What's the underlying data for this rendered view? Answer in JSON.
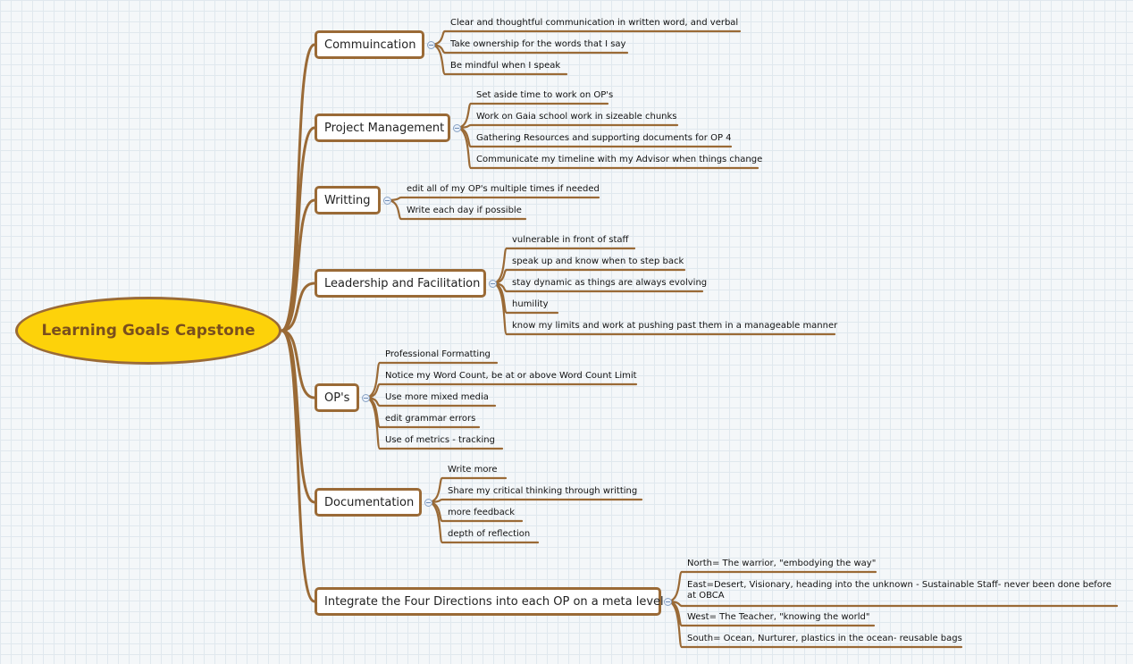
{
  "central": {
    "label": "Learning Goals Capstone"
  },
  "topics": [
    {
      "id": "communication",
      "label": "Commuincation",
      "items": [
        "Clear and thoughtful communication in written word, and verbal",
        "Take ownership for the words that I say",
        "Be mindful when I speak"
      ]
    },
    {
      "id": "project-management",
      "label": "Project Management",
      "items": [
        "Set aside time to work on OP's",
        "Work on Gaia school work in sizeable chunks",
        "Gathering Resources and supporting documents for OP 4",
        "Communicate my timeline with my Advisor when things change"
      ]
    },
    {
      "id": "writting",
      "label": "Writting",
      "items": [
        "edit all of my OP's multiple times if needed",
        "Write each day if possible"
      ]
    },
    {
      "id": "leadership",
      "label": "Leadership and Facilitation",
      "items": [
        "vulnerable in front of staff",
        "speak up and know when to step back",
        "stay dynamic as things are always evolving",
        "humility",
        "know my limits and work at pushing past them in a manageable manner"
      ]
    },
    {
      "id": "ops",
      "label": "OP's",
      "items": [
        "Professional Formatting",
        "Notice my Word Count, be at or above Word Count Limit",
        "Use more mixed media",
        "edit grammar errors",
        "Use of metrics - tracking"
      ]
    },
    {
      "id": "documentation",
      "label": "Documentation",
      "items": [
        "Write more",
        "Share my critical thinking through writting",
        "more feedback",
        "depth of reflection"
      ]
    },
    {
      "id": "four-directions",
      "label": "Integrate the Four Directions into each OP on a meta level",
      "items": [
        "North= The warrior, \"embodying the way\"",
        "East=Desert, Visionary, heading into the unknown - Sustainable Staff- never been done before at OBCA",
        "West= The Teacher, \"knowing the world\"",
        "South= Ocean, Nurturer, plastics in the ocean- reusable bags"
      ]
    }
  ],
  "colors": {
    "branch": "#9a6a36",
    "central_fill": "#fdd20a",
    "central_text": "#7a4f1d"
  }
}
